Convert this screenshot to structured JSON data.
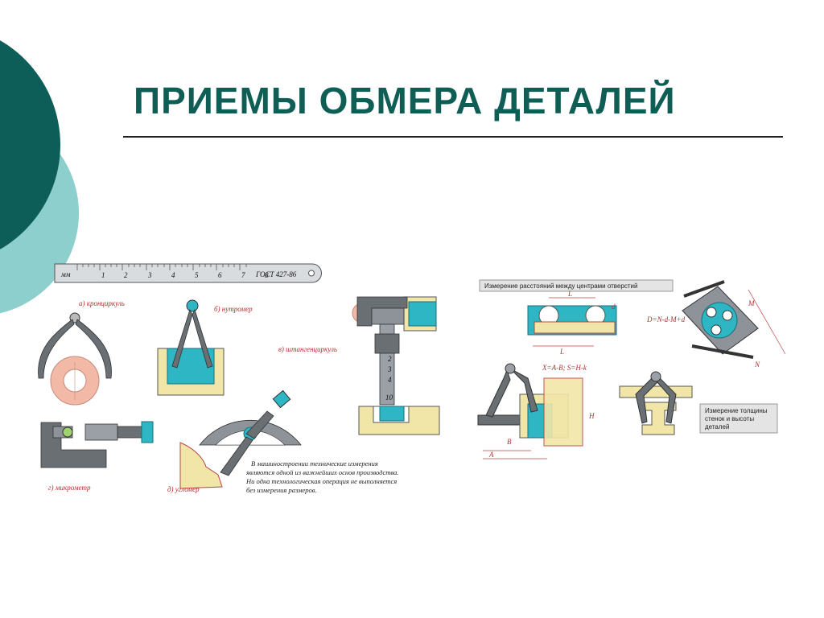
{
  "slide": {
    "title": "ПРИЕМЫ ОБМЕРА ДЕТАЛЕЙ",
    "colors": {
      "title": "#0f5e56",
      "dark_teal": "#0d5e58",
      "light_teal": "#8ccfcc",
      "metal": "#6a6f74",
      "cyan": "#2fb6c4",
      "part": "#f1e6a8"
    }
  },
  "left_figure": {
    "ruler": {
      "unit": "мм",
      "ticks": [
        "1",
        "2",
        "3",
        "4",
        "5",
        "6",
        "7",
        "8"
      ],
      "standard": "ГОСТ 427-86"
    },
    "labels": {
      "calipers": "а) кронциркуль",
      "inside_calipers": "б) нутромер",
      "vernier": "в) штангенциркуль",
      "micrometer": "г) микрометр",
      "protractor": "д) угломер"
    },
    "caliper_scale": [
      "2",
      "3",
      "4"
    ],
    "caliper_scale_bottom": "10",
    "note": [
      "В машиностроении технические измерения",
      "являются одной из важнейших основ производства.",
      "Ни одна технологическая операция не выполняется",
      "без измерения размеров."
    ]
  },
  "right_figure": {
    "caption_top": "Измерение расстояний между центрами отверстий",
    "formula_top": "L",
    "formula_mid": "L",
    "formula_x": "X=A-B;  S=H-k",
    "formula_d": "D=N-d-M+d",
    "box_caption": [
      "Измерение толщины",
      "стенок и высоты",
      "деталей"
    ],
    "dim_labels": [
      "d",
      "B",
      "A",
      "H",
      "N",
      "M"
    ]
  }
}
